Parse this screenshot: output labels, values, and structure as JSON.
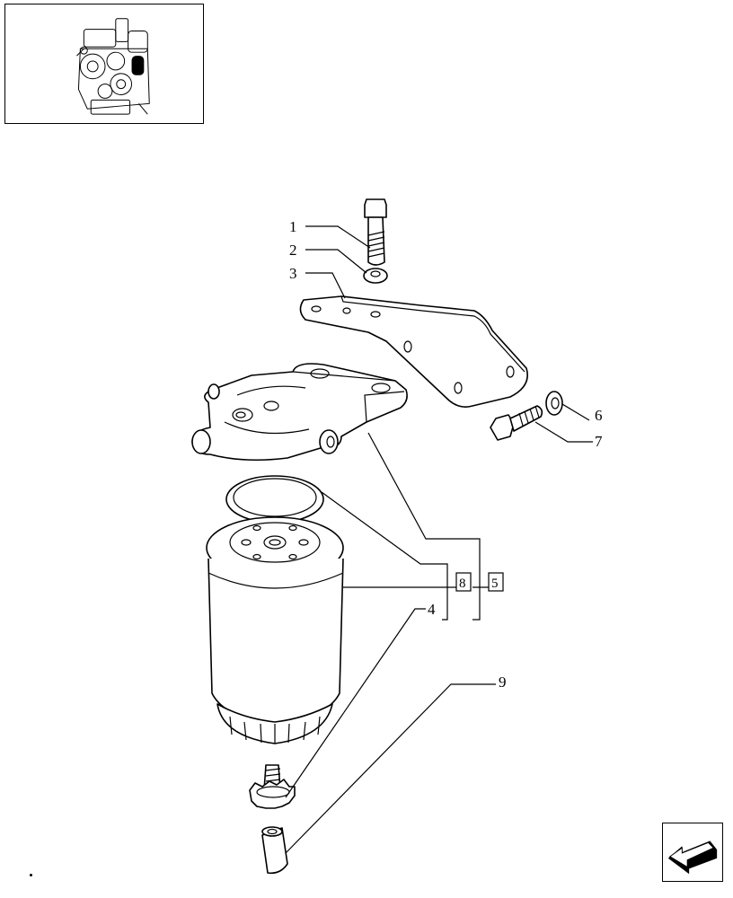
{
  "overview": {
    "icon": "engine-overview-icon"
  },
  "callouts": {
    "c1": "1",
    "c2": "2",
    "c3": "3",
    "c4": "4",
    "c6": "6",
    "c7": "7",
    "c9": "9"
  },
  "boxed_refs": {
    "b8": "8",
    "b5": "5"
  },
  "navigation": {
    "icon": "arrow-back-icon"
  },
  "colors": {
    "line": "#000000",
    "background": "#ffffff",
    "highlight": "#000000"
  }
}
